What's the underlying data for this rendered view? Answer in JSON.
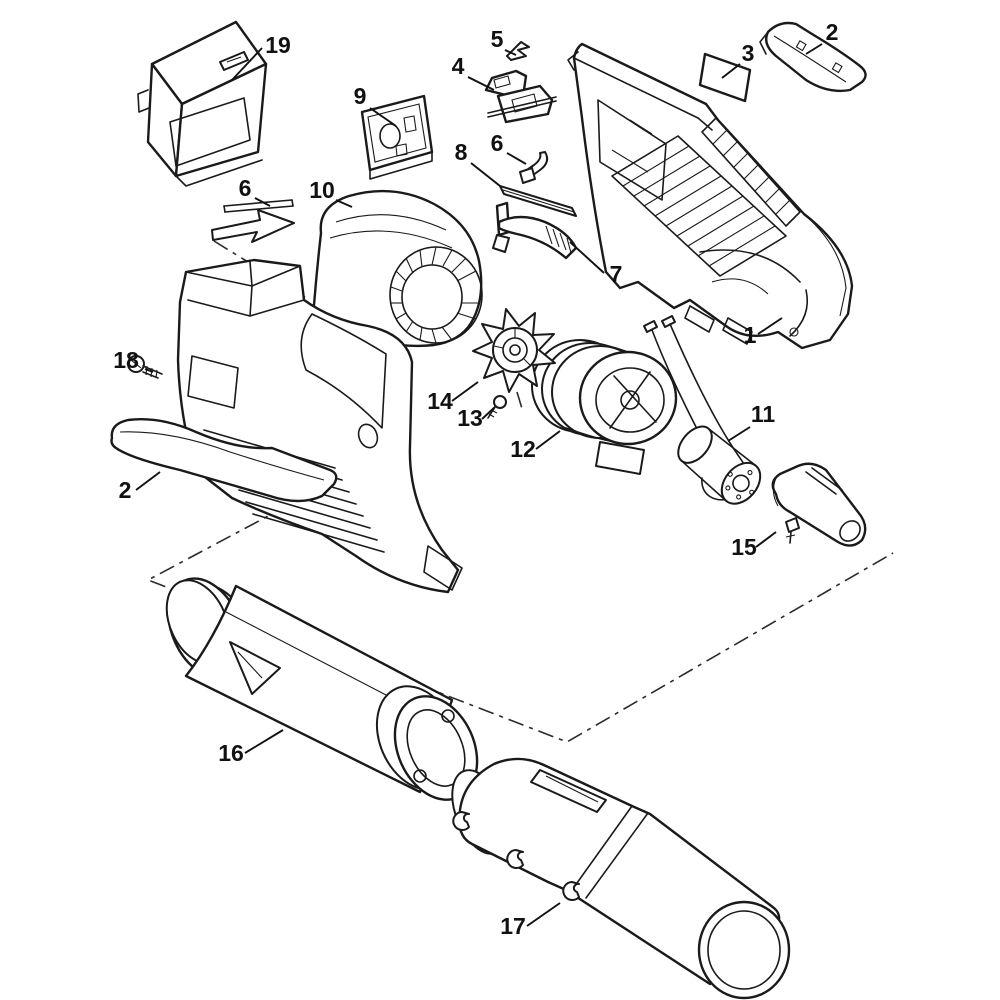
{
  "figure": {
    "type": "exploded-parts-diagram",
    "subject": "handheld-blower",
    "colors": {
      "background": "#ffffff",
      "line": "#1a1a1a",
      "label": "#111111"
    },
    "callouts": [
      {
        "label": "19",
        "part": "battery-compartment-housing"
      },
      {
        "label": "9",
        "part": "control-module"
      },
      {
        "label": "5",
        "part": "retaining-clip"
      },
      {
        "label": "4",
        "part": "switch-assembly"
      },
      {
        "label": "6",
        "part": "switch-rod"
      },
      {
        "label": "8",
        "part": "spring-strip"
      },
      {
        "label": "7",
        "part": "trigger-lever"
      },
      {
        "label": "3",
        "part": "label-plate"
      },
      {
        "label": "2",
        "part": "handle-cover-rail"
      },
      {
        "label": "1",
        "part": "housing-right-half"
      },
      {
        "label": "10",
        "part": "fan-cover"
      },
      {
        "label": "6",
        "part": "wire-rod"
      },
      {
        "label": "18",
        "part": "screw"
      },
      {
        "label": "2",
        "part": "handle-molding"
      },
      {
        "label": "14",
        "part": "fan-impeller"
      },
      {
        "label": "13",
        "part": "screw"
      },
      {
        "label": "12",
        "part": "fan-housing"
      },
      {
        "label": "11",
        "part": "electric-motor"
      },
      {
        "label": "15",
        "part": "deflector-cone"
      },
      {
        "label": "16",
        "part": "blower-tube"
      },
      {
        "label": "17",
        "part": "nozzle-tube"
      }
    ]
  }
}
